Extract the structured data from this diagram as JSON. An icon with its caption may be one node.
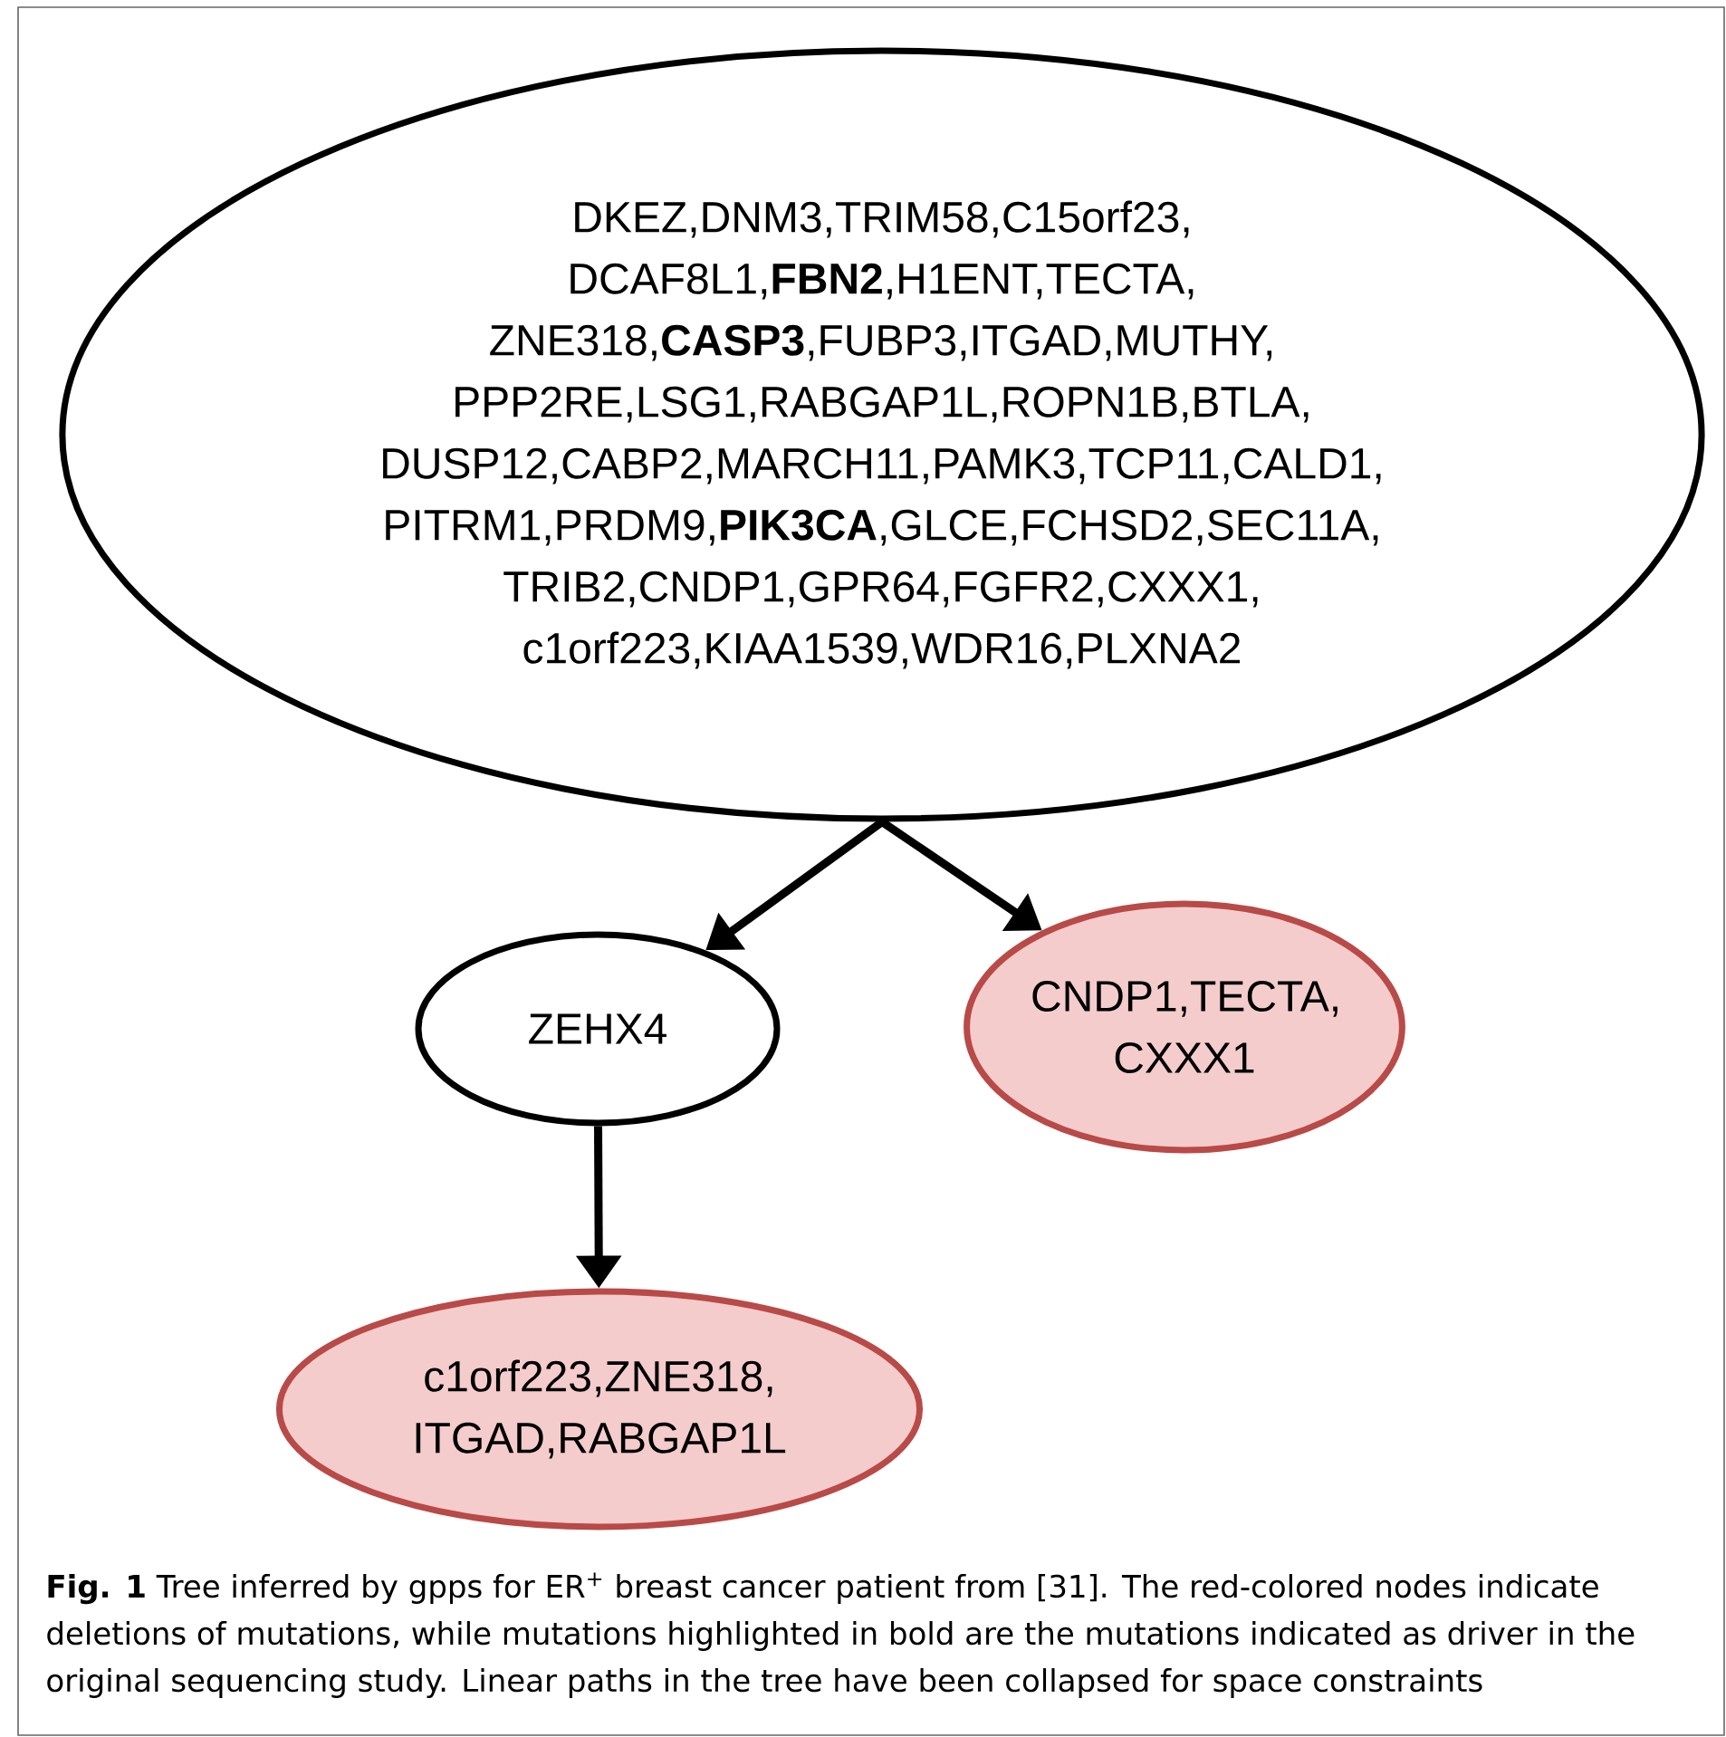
{
  "diagram": {
    "caption": "**Fig. 1** Tree inferred by gpps for ER$^{+}$ breast cancer patient from [31]. The red-colored nodes indicate deletions of mutations, while mutations highlighted in bold are the mutations indicated as driver in the original sequencing study. Linear paths in the tree have been collapsed for space constraints",
    "nodes": [
      {
        "text": [
          "DKEZ,DNM3,TRIM58,C15orf23, DCAF8L1,**FBN2**,H1ENT,TECTA, ZNE318,**CASP3**,FUBP3,ITGAD,MUTHY, PPP2RE,LSG1,RABGAP1L,ROPN1B,BTLA, DUSP12,CABP2,MARCH11,PAMK3,TCP11,CALD1, PITRM1,PRDM9,**PIK3CA**,GLCE,FCHSD2,SEC11A, TRIB2,CNDP1,GPR64,FGFR2,CXXX1, c1orf223,KIAA1539,WDR16,PLXNA2"
        ]
      },
      {
        "text": [
          "ZEHX4"
        ]
      },
      {
        "text": [
          "CNDP1,TECTA, CXXX1"
        ]
      },
      {
        "text": [
          "c1orf223,ZNE318, ITGAD,RABGAP1L"
        ]
      }
    ],
    "edges": [
      {
        "from": 0,
        "to": 1,
        "arrow": "to"
      },
      {
        "from": 0,
        "to": 2,
        "arrow": "to"
      },
      {
        "from": 1,
        "to": 3,
        "arrow": "to"
      }
    ]
  }
}
